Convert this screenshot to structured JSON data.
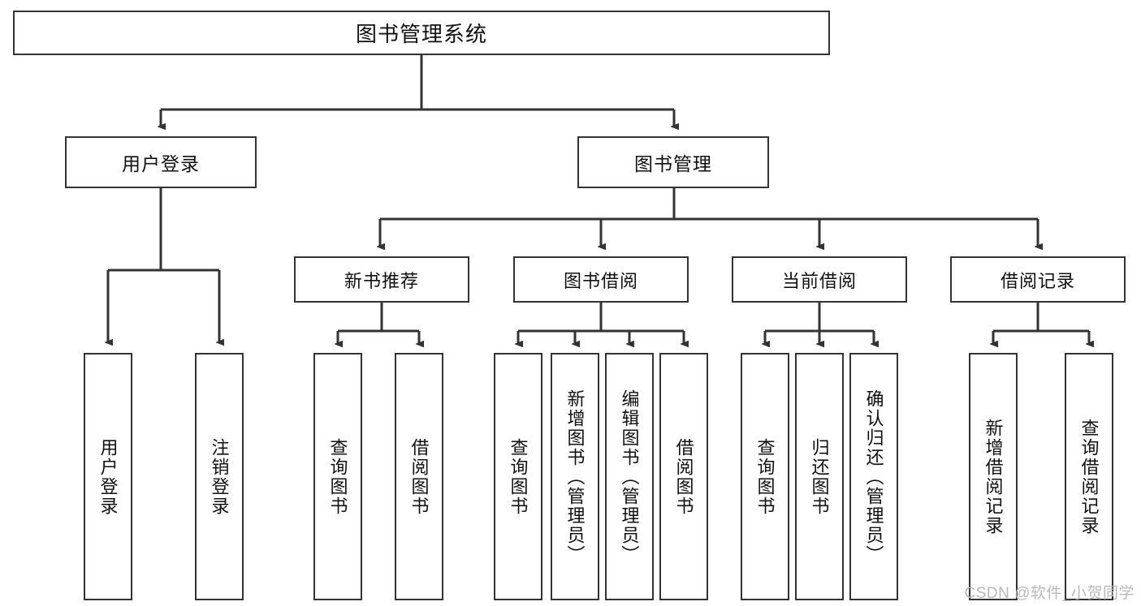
{
  "diagram": {
    "type": "tree",
    "title": "图书管理系统",
    "root": {
      "label": "图书管理系统"
    },
    "level1": [
      {
        "label": "用户登录"
      },
      {
        "label": "图书管理"
      }
    ],
    "level2": [
      {
        "label": "新书推荐",
        "parent": "图书管理"
      },
      {
        "label": "图书借阅",
        "parent": "图书管理"
      },
      {
        "label": "当前借阅",
        "parent": "图书管理"
      },
      {
        "label": "借阅记录",
        "parent": "图书管理"
      }
    ],
    "leaves": {
      "user_login": [
        {
          "label": "用户登录"
        },
        {
          "label": "注销登录"
        }
      ],
      "new_book_recommend": [
        {
          "label": "查询图书"
        },
        {
          "label": "借阅图书"
        }
      ],
      "book_borrow": [
        {
          "label": "查询图书"
        },
        {
          "label": "新增图书（管理员）"
        },
        {
          "label": "编辑图书（管理员）"
        },
        {
          "label": "借阅图书"
        }
      ],
      "current_borrow": [
        {
          "label": "查询图书"
        },
        {
          "label": "归还图书"
        },
        {
          "label": "确认归还（管理员）"
        }
      ],
      "borrow_record": [
        {
          "label": "新增借阅记录"
        },
        {
          "label": "查询借阅记录"
        }
      ]
    }
  },
  "watermark": {
    "text": "CSDN @软件_小贺同学"
  },
  "colors": {
    "stroke": "#333333",
    "background": "#ffffff",
    "text": "#111111",
    "watermark": "#b9b9b9"
  }
}
